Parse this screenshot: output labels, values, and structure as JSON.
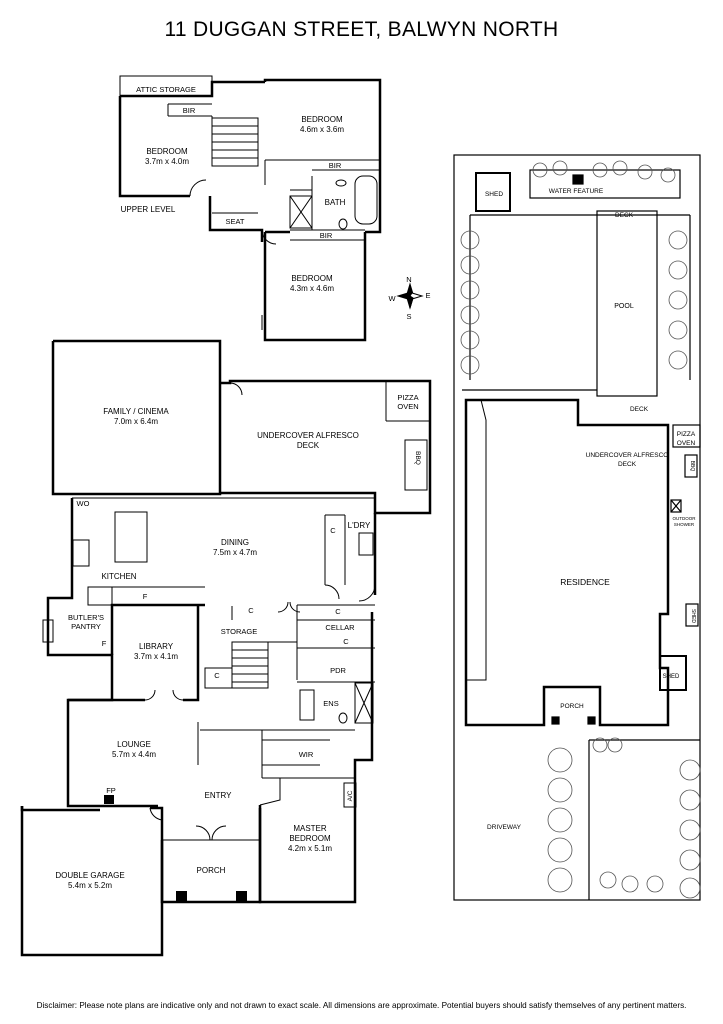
{
  "title": "11 DUGGAN STREET, BALWYN NORTH",
  "disclaimer": "Disclaimer: Please note plans are indicative only and not drawn to exact scale. All dimensions are approximate. Potential buyers should satisfy themselves of any pertinent matters.",
  "upper": {
    "attic": "ATTIC STORAGE",
    "bir1": "BIR",
    "bed1": "BEDROOM",
    "bed1_dim": "3.7m x 4.0m",
    "bed2": "BEDROOM",
    "bed2_dim": "4.6m x 3.6m",
    "bir2": "BIR",
    "bath": "BATH",
    "bir3": "BIR",
    "bed3": "BEDROOM",
    "bed3_dim": "4.3m x 4.6m",
    "seat": "SEAT",
    "level": "UPPER LEVEL"
  },
  "compass": {
    "n": "N",
    "s": "S",
    "e": "E",
    "w": "W"
  },
  "ground": {
    "family": "FAMILY / CINEMA",
    "family_dim": "7.0m x 6.4m",
    "alfresco": "UNDERCOVER ALFRESCO",
    "alfresco2": "DECK",
    "pizza": "PIZZA",
    "pizza2": "OVEN",
    "bbq": "BBQ",
    "wo": "WO",
    "kitchen": "KITCHEN",
    "dining": "DINING",
    "dining_dim": "7.5m x 4.7m",
    "ldry": "L'DRY",
    "butlers": "BUTLER'S",
    "butlers2": "PANTRY",
    "library": "LIBRARY",
    "library_dim": "3.7m x 4.1m",
    "storage": "STORAGE",
    "cellar": "CELLAR",
    "pdr": "PDR",
    "ens": "ENS",
    "lounge": "LOUNGE",
    "lounge_dim": "5.7m x 4.4m",
    "fp": "FP",
    "wir": "WIR",
    "ac": "A/C",
    "entry": "ENTRY",
    "master": "MASTER",
    "master2": "BEDROOM",
    "master_dim": "4.2m x 5.1m",
    "garage": "DOUBLE GARAGE",
    "garage_dim": "5.4m x 5.2m",
    "porch": "PORCH",
    "c": "C",
    "f": "F"
  },
  "site": {
    "shed": "SHED",
    "water": "WATER FEATURE",
    "deck": "DECK",
    "pool": "POOL",
    "deck2": "DECK",
    "pizza": "PIZZA",
    "pizza2": "OVEN",
    "alfresco": "UNDERCOVER ALFRESCO",
    "alfresco2": "DECK",
    "bbq": "BBQ",
    "outdoor": "OUTDOOR",
    "outdoor2": "SHOWER",
    "residence": "RESIDENCE",
    "porch": "PORCH",
    "shed2": "SHED",
    "driveway": "DRIVEWAY",
    "shed3": "SHED"
  }
}
